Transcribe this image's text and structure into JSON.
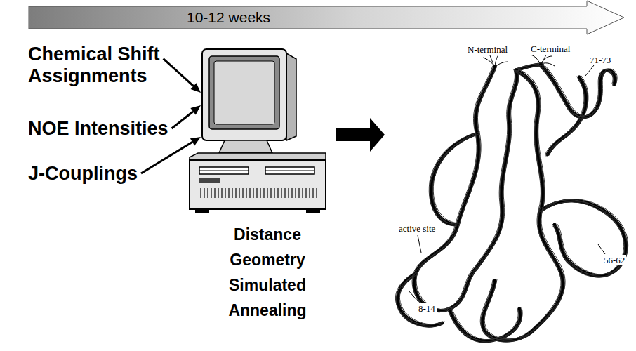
{
  "diagram": {
    "nodes": [
      {
        "text": [
          "10-12 weeks"
        ]
      },
      {
        "text": [
          "Chemical Shift Assignments"
        ]
      },
      {
        "text": [
          "NOE Intensities"
        ]
      },
      {
        "text": [
          "J-Couplings"
        ]
      },
      {
        "text": [
          "Distance Geometry Simulated Annealing"
        ]
      }
    ],
    "edges": [
      {
        "from": 1,
        "to": 4,
        "arrow": "to"
      },
      {
        "from": 2,
        "to": 4,
        "arrow": "to"
      },
      {
        "from": 3,
        "to": 4,
        "arrow": "to"
      }
    ],
    "labels": [
      "N-terminal",
      "C-terminal",
      "71-73",
      "active site",
      "8-14",
      "56-62"
    ]
  }
}
